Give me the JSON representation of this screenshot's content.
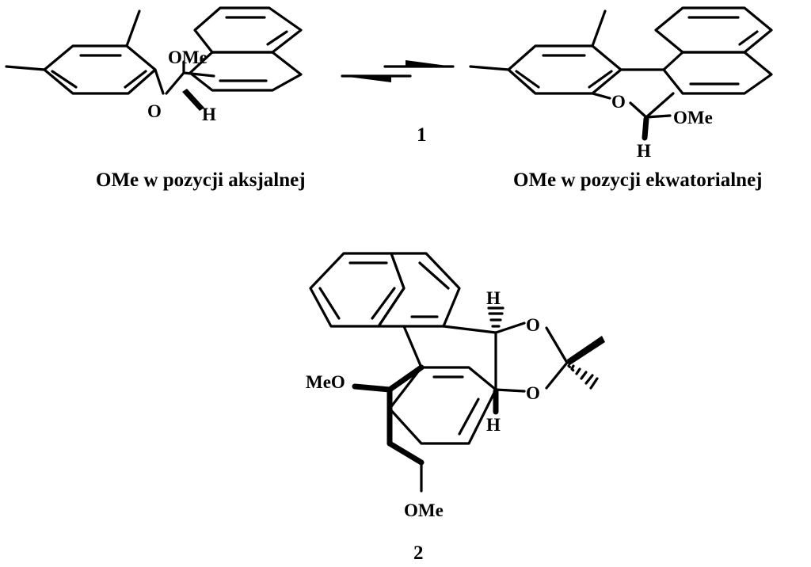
{
  "diagram": {
    "compound_1": {
      "number": "1",
      "left_conformer": {
        "caption": "OMe w pozycji aksjalnej",
        "labels": {
          "ome": "OMe",
          "oxygen": "O",
          "hydrogen": "H"
        }
      },
      "right_conformer": {
        "caption": "OMe w pozycji ekwatorialnej",
        "labels": {
          "ome": "OMe",
          "oxygen": "O",
          "hydrogen": "H"
        }
      },
      "equilibrium": "reversible"
    },
    "compound_2": {
      "number": "2",
      "labels": {
        "meo": "MeO",
        "ome": "OMe",
        "o_top": "O",
        "o_bottom": "O",
        "h_top": "H",
        "h_bottom": "H"
      }
    }
  }
}
